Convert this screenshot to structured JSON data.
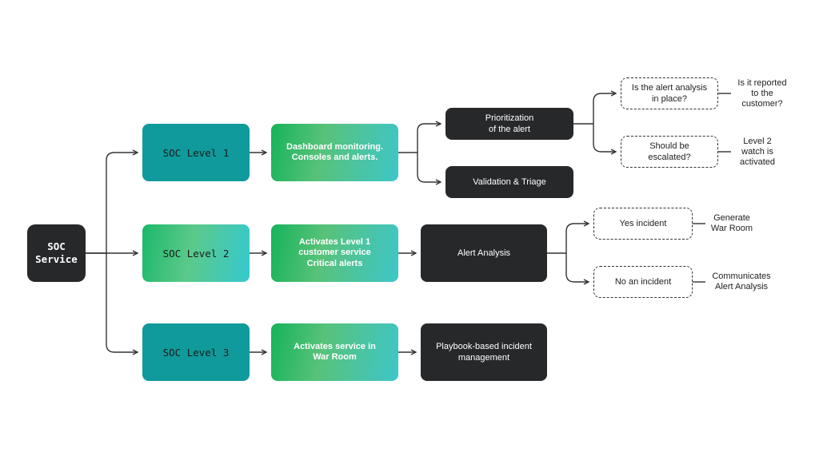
{
  "root": {
    "label": "SOC\nService"
  },
  "levels": [
    {
      "label": "SOC Level 1",
      "step": "Dashboard monitoring.\nConsoles and alerts.",
      "outcomes": [
        "Prioritization\nof the alert",
        "Validation & Triage"
      ],
      "questions": [
        "Is the alert analysis\nin place?",
        "Should be\nescalated?"
      ],
      "results": [
        "Is it reported\nto the\ncustomer?",
        "Level 2\nwatch is\nactivated"
      ]
    },
    {
      "label": "SOC Level 2",
      "step": "Activates Level 1\ncustomer service\nCritical alerts",
      "outcome": "Alert Analysis",
      "questions": [
        "Yes incident",
        "No an incident"
      ],
      "results": [
        "Generate\nWar Room",
        "Communicates\nAlert Analysis"
      ]
    },
    {
      "label": "SOC Level 3",
      "step": "Activates service in\nWar Room",
      "outcome": "Playbook-based incident\nmanagement"
    }
  ],
  "colors": {
    "dark": "#27282a",
    "teal": "#109a9c",
    "green": "#16b35a",
    "cyan": "#3ec6c9",
    "line": "#333333"
  }
}
